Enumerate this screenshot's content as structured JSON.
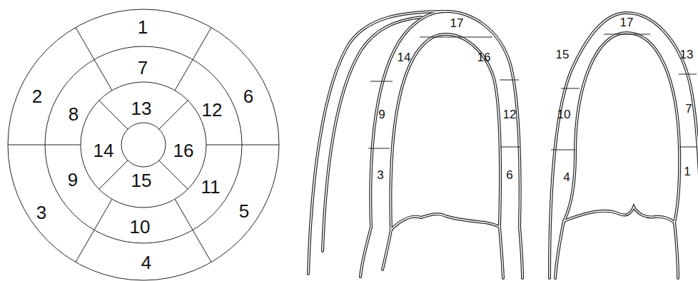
{
  "diagram": {
    "labels": [
      "1",
      "2",
      "3",
      "4",
      "5",
      "6",
      "7",
      "8",
      "9",
      "10",
      "11",
      "12",
      "13",
      "14",
      "15",
      "16",
      "17",
      "14",
      "9",
      "3",
      "16",
      "12",
      "6",
      "17",
      "15",
      "13",
      "10",
      "7",
      "4",
      "1"
    ]
  }
}
